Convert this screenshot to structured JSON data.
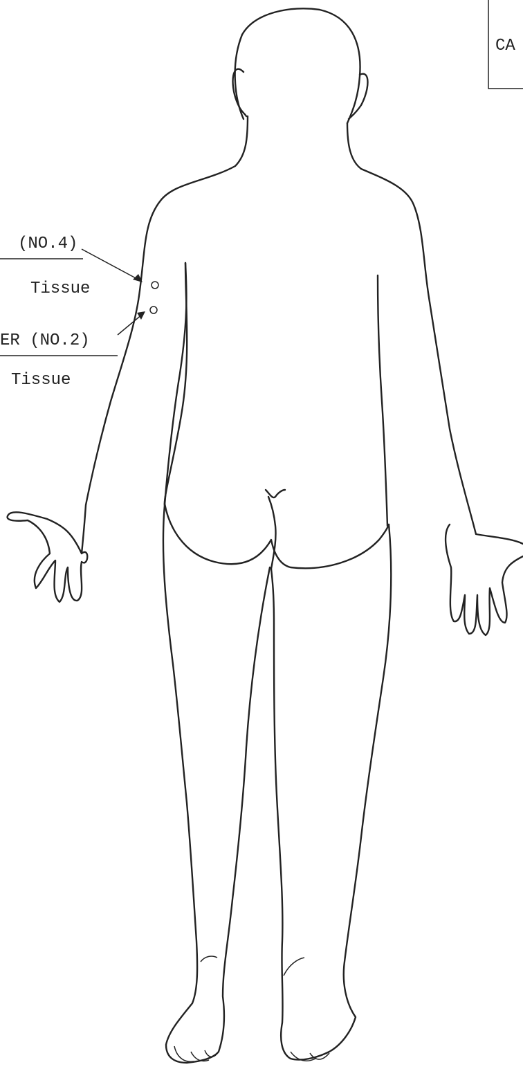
{
  "header_box": {
    "text": "CA"
  },
  "specimens": [
    {
      "label": "(NO.4)",
      "sublabel": "Tissue"
    },
    {
      "label": "ER (NO.2)",
      "sublabel": "Tissue"
    }
  ],
  "colors": {
    "ink": "#222222",
    "background": "#ffffff"
  }
}
